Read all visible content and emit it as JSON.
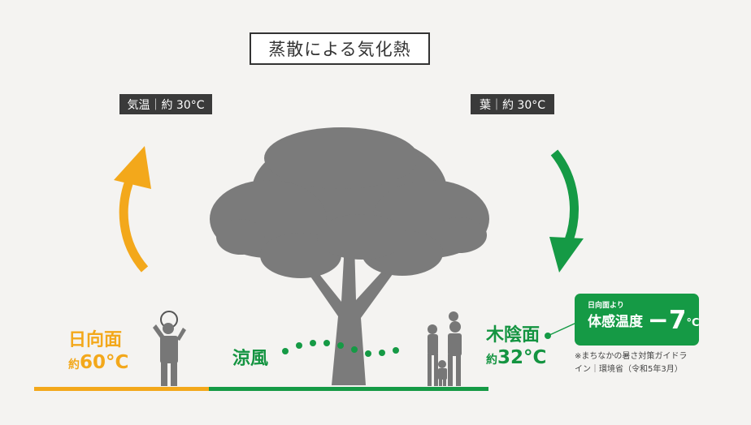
{
  "title": "蒸散による気化熱",
  "air_tag": "気温｜約 30°C",
  "leaf_tag": "葉｜約 30°C",
  "sunny": {
    "label": "日向面",
    "temp_prefix": "約",
    "temp_value": "60",
    "unit": "°C"
  },
  "shade": {
    "label": "木陰面",
    "temp_prefix": "約",
    "temp_value": "32",
    "unit": "°C"
  },
  "breeze": "涼風",
  "badge": {
    "small": "日向面より",
    "main": "体感温度",
    "value": "−7",
    "unit": "°C"
  },
  "note": {
    "line1": "※まちなかの暑さ対策ガイドラ",
    "line2": "イン｜環境省（令和5年3月）"
  },
  "colors": {
    "orange": "#f3a81b",
    "green": "#159a45",
    "tree": "#7b7b7b",
    "tag_bg": "#3a3a3a"
  },
  "icons": [
    "arrow-up-icon",
    "arrow-down-icon",
    "tree-icon",
    "person-sun-icon",
    "family-icon"
  ]
}
